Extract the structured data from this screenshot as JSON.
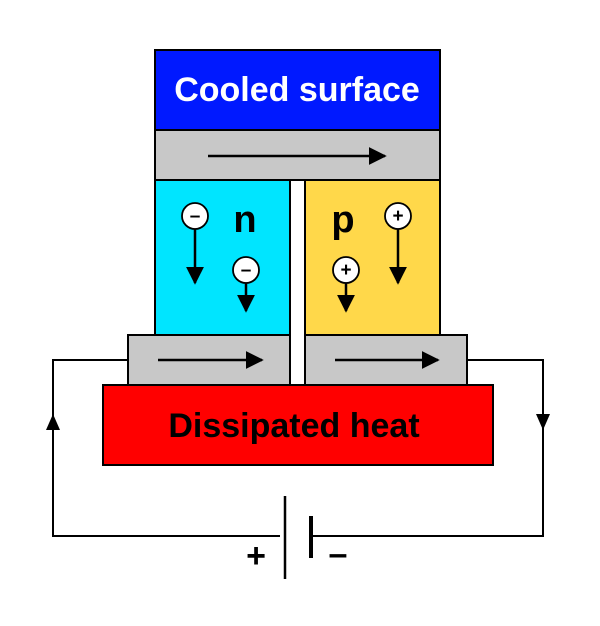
{
  "labels": {
    "cooled_surface": "Cooled surface",
    "dissipated_heat": "Dissipated heat",
    "n_type": "n",
    "p_type": "p",
    "positive_terminal": "+",
    "negative_terminal": "–"
  },
  "carriers": {
    "electron_sign": "–",
    "hole_sign": "+"
  },
  "colors": {
    "cooled_surface": "#0019ff",
    "dissipated_heat": "#ff0000",
    "n_type": "#00e5ff",
    "p_type": "#ffd84a",
    "conductor": "#c8c8c8",
    "outline": "#000000",
    "label_on_dark": "#ffffff",
    "label_on_light": "#000000"
  }
}
